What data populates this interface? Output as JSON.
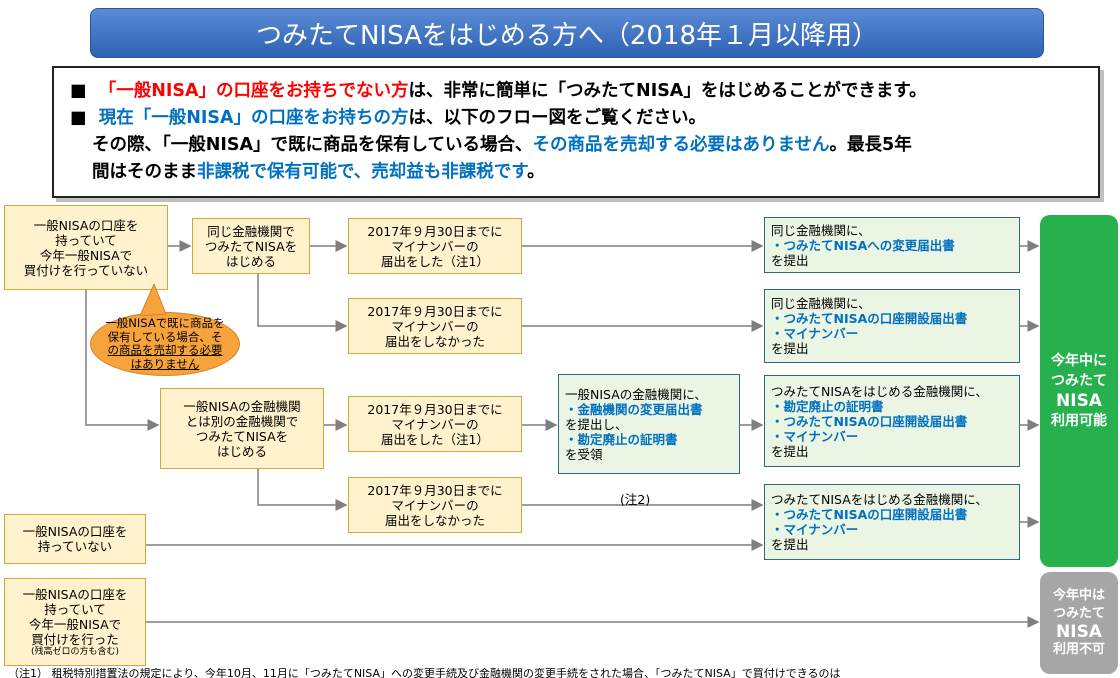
{
  "title": "つみたてNISAをはじめる方へ（2018年１月以降用）",
  "notice": {
    "bullet": "■",
    "line1_red": "「一般NISA」の口座をお持ちでない方",
    "line1_rest": "は、非常に簡単に「つみたてNISA」をはじめることができます。",
    "line2_blue": "現在「一般NISA」の口座をお持ちの方",
    "line2_rest": "は、以下のフロー図をご覧ください。",
    "line3_a": "その際、「一般NISA」で既に商品を保有している場合、",
    "line3_blue": "その商品を売却する必要はありません",
    "line3_b": "。最長5年",
    "line4_a": "間はそのまま",
    "line4_blue": "非課税で保有可能で、売却益も非課税です",
    "line4_b": "。"
  },
  "start_boxes": {
    "has_account_not_bought": [
      "一般NISAの口座を",
      "持っていて",
      "今年一般NISAで",
      "買付けを行っていない"
    ],
    "no_account": [
      "一般NISAの口座を",
      "持っていない"
    ],
    "has_account_bought": [
      "一般NISAの口座を",
      "持っていて",
      "今年一般NISAで",
      "買付けを行った"
    ],
    "has_account_bought_note": "(残高ゼロの方も含む)"
  },
  "bubble": [
    "一般NISAで既に商品を",
    "保有している場合、そ",
    "の商品を売却する必要",
    "はありません"
  ],
  "institution_boxes": {
    "same": [
      "同じ金融機関で",
      "つみたてNISAを",
      "はじめる"
    ],
    "other": [
      "一般NISAの金融機関",
      "とは別の金融機関で",
      "つみたてNISAを",
      "はじめる"
    ]
  },
  "mynumber_boxes": {
    "did": [
      "2017年９月30日までに",
      "マイナンバーの",
      "届出をした（注1）"
    ],
    "did_not": [
      "2017年９月30日までに",
      "マイナンバーの",
      "届出をしなかった"
    ]
  },
  "middle_box": {
    "head": "一般NISAの金融機関に、",
    "item1": "・金融機関の変更届出書",
    "mid": "を提出し、",
    "item2": "・勘定廃止の証明書",
    "tail": "を受領"
  },
  "note2": "(注2)",
  "action_boxes": {
    "a1": {
      "head": "同じ金融機関に、",
      "items": [
        "・つみたてNISAへの変更届出書"
      ],
      "tail": "を提出"
    },
    "a2": {
      "head": "同じ金融機関に、",
      "items": [
        "・つみたてNISAの口座開設届出書",
        "・マイナンバー"
      ],
      "tail": "を提出"
    },
    "a3": {
      "head": "つみたてNISAをはじめる金融機関に、",
      "items": [
        "・勘定廃止の証明書",
        "・つみたてNISAの口座開設届出書",
        "・マイナンバー"
      ],
      "tail": "を提出"
    },
    "a4": {
      "head": "つみたてNISAをはじめる金融機関に、",
      "items": [
        "・つみたてNISAの口座開設届出書",
        "・マイナンバー"
      ],
      "tail": "を提出"
    }
  },
  "result_ok": {
    "l1": "今年中に",
    "l2": "つみたて",
    "l3": "NISA",
    "l4": "利用可能"
  },
  "result_ng": {
    "l1": "今年中は",
    "l2": "つみたて",
    "l3": "NISA",
    "l4": "利用不可"
  },
  "footnote": "（注1） 租税特別措置法の規定により、今年10月、11月に「つみたてNISA」への変更手続及び金融機関の変更手続をされた場合、「つみたてNISA」で買付けできるのは",
  "colors": {
    "banner": "#2e62b4",
    "ok": "#26b04e",
    "ng": "#a6a6a6",
    "accent_red": "#ff0000",
    "accent_blue": "#0070c0",
    "bubble": "#f6a33b"
  }
}
